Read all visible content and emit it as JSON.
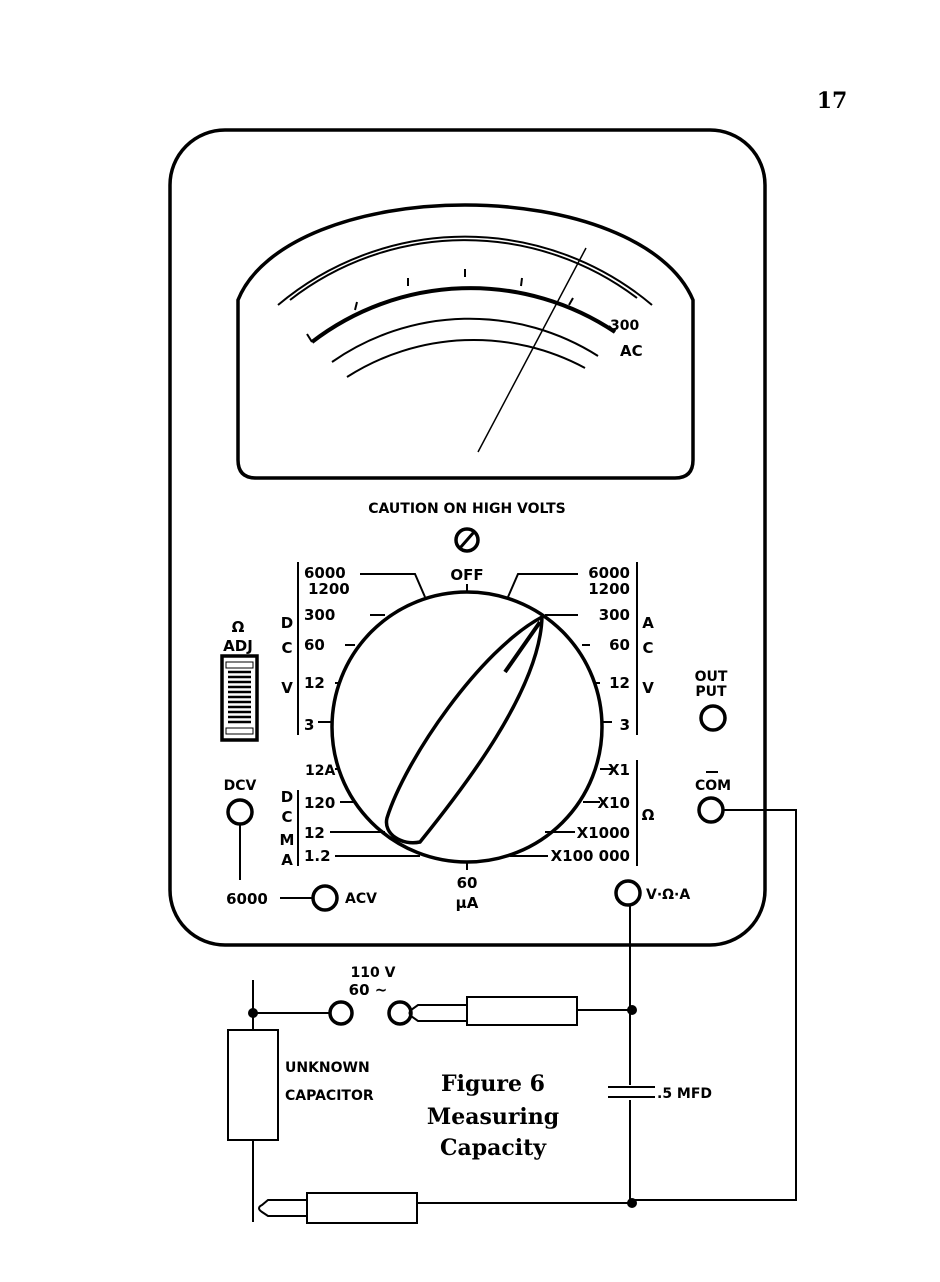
{
  "page_number": "17",
  "meter": {
    "scale_end_label": "300",
    "scale_unit_label": "AC",
    "caution": "CAUTION ON HIGH VOLTS",
    "adj_symbol": "Ω",
    "adj_label": "ADJ",
    "off_label": "OFF",
    "dcv_group": [
      "D",
      "C",
      "V"
    ],
    "dcv_ranges": [
      "6000",
      "1200",
      "300",
      "60",
      "12",
      "3"
    ],
    "acv_group": [
      "A",
      "C",
      "V"
    ],
    "acv_ranges": [
      "6000",
      "1200",
      "300",
      "60",
      "12",
      "3"
    ],
    "dcma_group": [
      "D",
      "C",
      "M",
      "A"
    ],
    "dcma_ranges": [
      "12A",
      "120",
      "12",
      "1.2"
    ],
    "ohm_symbol": "Ω",
    "ohm_ranges": [
      "X1",
      "X10",
      "X1000",
      "X100 000"
    ],
    "ua_value": "60",
    "ua_unit": "µA",
    "jacks": {
      "dcv": "DCV",
      "dcv_6000": "6000",
      "acv": "ACV",
      "output_1": "OUT",
      "output_2": "PUT",
      "com": "COM",
      "vohm": "V·Ω·A"
    }
  },
  "circuit": {
    "source_1": "110 V",
    "source_2": "60 ~",
    "unknown_1": "UNKNOWN",
    "unknown_2": "CAPACITOR",
    "cap_label": ".5 MFD"
  },
  "caption": {
    "line1": "Figure 6",
    "line2": "Measuring",
    "line3": "Capacity"
  }
}
